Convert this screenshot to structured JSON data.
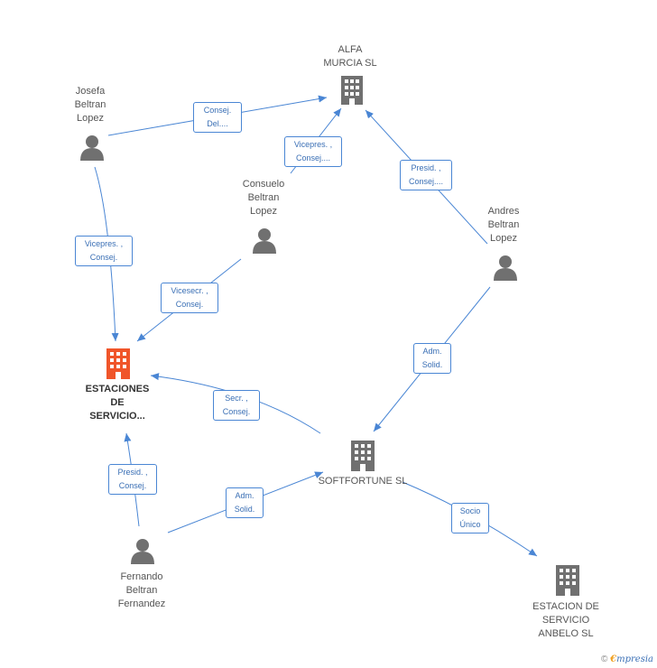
{
  "nodes": {
    "alfa_murcia": {
      "label": "ALFA\nMURCIA SL",
      "type": "company"
    },
    "josefa": {
      "label": "Josefa\nBeltran\nLopez",
      "type": "person"
    },
    "consuelo": {
      "label": "Consuelo\nBeltran\nLopez",
      "type": "person"
    },
    "andres": {
      "label": "Andres\nBeltran\nLopez",
      "type": "person"
    },
    "estaciones": {
      "label": "ESTACIONES\nDE\nSERVICIO...",
      "type": "company-main"
    },
    "softfortune": {
      "label": "SOFTFORTUNE SL",
      "type": "company"
    },
    "fernando": {
      "label": "Fernando\nBeltran\nFernandez",
      "type": "person"
    },
    "anbelo": {
      "label": "ESTACION DE\nSERVICIO\nANBELO SL",
      "type": "company"
    }
  },
  "edges": {
    "josefa_alfa": "Consej.\nDel....",
    "consuelo_alfa": "Vicepres. ,\nConsej....",
    "andres_alfa": "Presid. ,\nConsej....",
    "josefa_estaciones": "Vicepres. ,\nConsej.",
    "consuelo_estaciones": "Vicesecr. ,\nConsej.",
    "softfortune_estaciones": "Secr. ,\nConsej.",
    "andres_softfortune": "Adm.\nSolid.",
    "fernando_estaciones": "Presid. ,\nConsej.",
    "fernando_softfortune": "Adm.\nSolid.",
    "softfortune_anbelo": "Socio\nÚnico"
  },
  "colors": {
    "edge": "#4a86d4",
    "company": "#707070",
    "main_company": "#f0552a",
    "person": "#707070"
  },
  "footer": {
    "copyright": "©",
    "brand_e": "€",
    "brand_rest": "mpresia"
  }
}
